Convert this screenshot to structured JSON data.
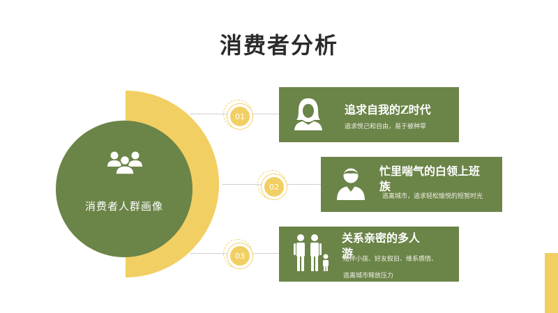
{
  "slide": {
    "title": "消费者分析",
    "center_label": "消费者人群画像",
    "center_icon": "group-people-icon",
    "items": [
      {
        "number": "01",
        "icon": "woman-icon",
        "title": "追求自我的Z时代",
        "desc": "追求悦己和自由，易于被种草"
      },
      {
        "number": "02",
        "icon": "man-icon",
        "title_line1": "忙里喘气的白领上班",
        "title_line2": "族",
        "desc": "逃离城市，追求轻松愉悦的短暂时光"
      },
      {
        "number": "03",
        "icon": "family-icon",
        "title_line1": "关系亲密的多人",
        "title_line2": "游",
        "desc_line1": "陪伴小孩、好友叙旧、维系感情、",
        "desc_line2": "逃离城市释放压力"
      }
    ]
  },
  "colors": {
    "green": "#6b8448",
    "yellow": "#f2cf62",
    "title": "#2a2a2a",
    "line": "#cfcfcf"
  }
}
